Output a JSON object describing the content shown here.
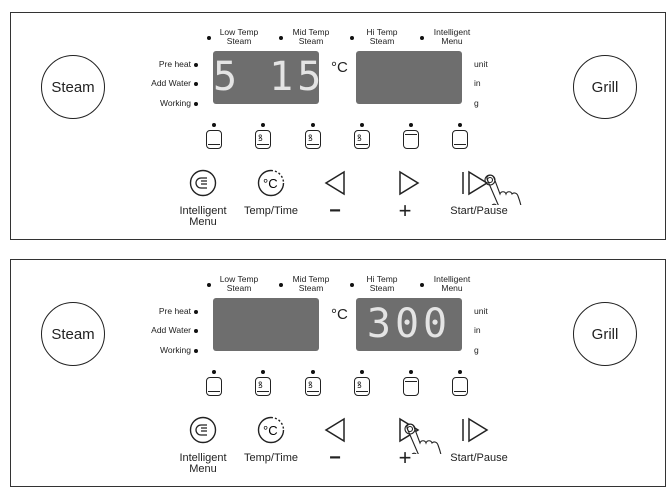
{
  "panels": [
    {
      "display_left": "5 15",
      "display_right": "",
      "pointer_on": "start-pause"
    },
    {
      "display_left": "",
      "display_right": "300",
      "pointer_on": "plus"
    }
  ],
  "labels": {
    "steam": "Steam",
    "grill": "Grill",
    "top": [
      [
        "Low Temp",
        "Steam"
      ],
      [
        "Mid Temp",
        "Steam"
      ],
      [
        "Hi Temp",
        "Steam"
      ],
      [
        "Intelligent",
        "Menu"
      ]
    ],
    "left": [
      "Pre heat",
      "Add Water",
      "Working"
    ],
    "right": [
      "unit",
      "in",
      "g"
    ],
    "celsius": "°C",
    "buttons": {
      "menu": [
        "Intelligent",
        "Menu"
      ],
      "temp_time": "Temp/Time",
      "minus": "−",
      "plus": "+",
      "start_pause": "Start/Pause"
    }
  },
  "colors": {
    "display": "#6e6e6e",
    "segment": "#e4e4e4"
  }
}
